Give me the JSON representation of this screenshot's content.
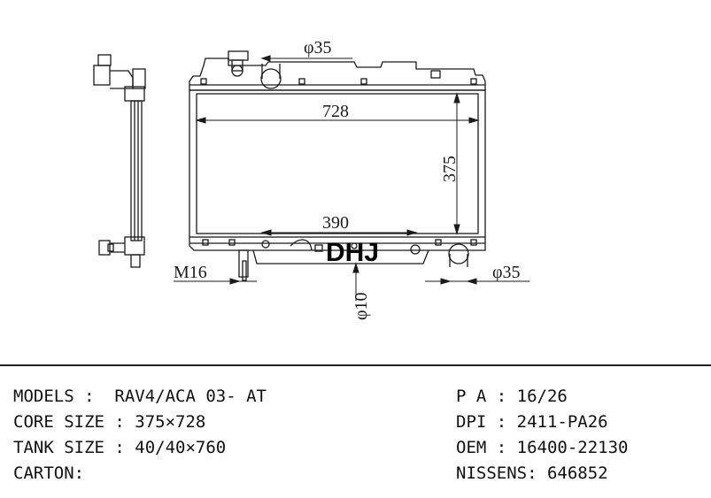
{
  "drawing": {
    "dims": {
      "inlet_dia": "φ35",
      "core_width": "728",
      "core_height": "375",
      "bottom_span": "390",
      "outlet_dia": "φ35",
      "drain_thread": "M16",
      "pipe_dia": "φ10"
    },
    "watermark": "DHJ"
  },
  "specs": {
    "left": [
      {
        "label": "MODELS :",
        "value": "RAV4/ACA 03- AT"
      },
      {
        "label": "CORE SIZE :",
        "value": "375×728"
      },
      {
        "label": "TANK SIZE :",
        "value": "40/40×760"
      },
      {
        "label": "CARTON:",
        "value": ""
      }
    ],
    "right": [
      {
        "label": "P A :",
        "value": "16/26"
      },
      {
        "label": "DPI :",
        "value": "2411-PA26"
      },
      {
        "label": "OEM :",
        "value": "16400-22130"
      },
      {
        "label": "NISSENS:",
        "value": "646852"
      }
    ]
  }
}
